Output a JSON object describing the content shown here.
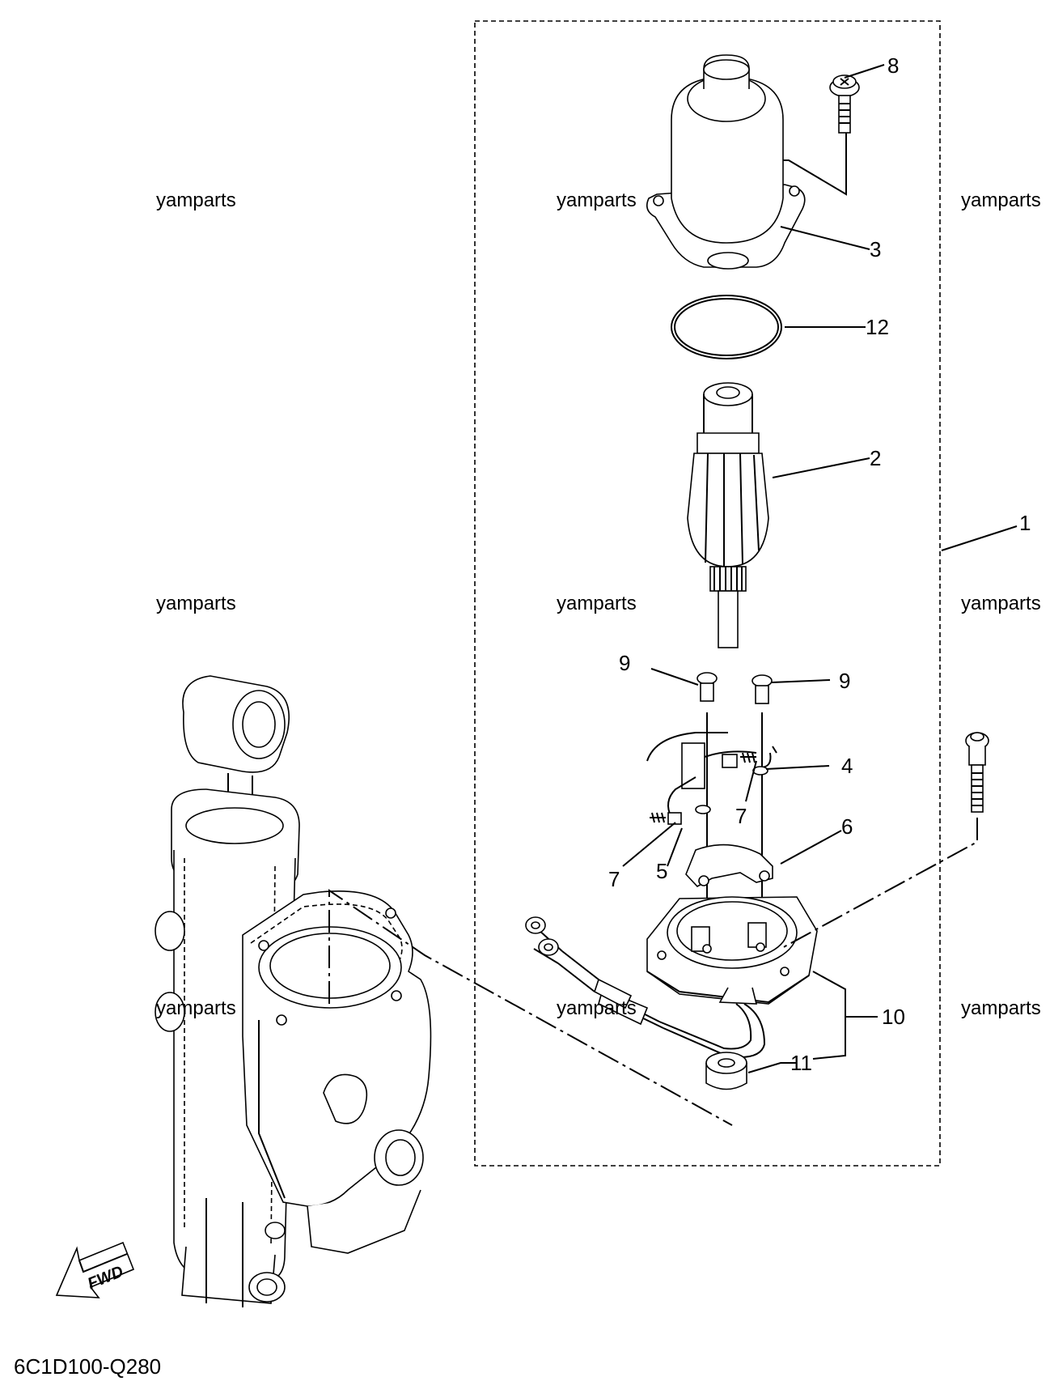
{
  "diagram": {
    "callouts": [
      {
        "id": "1",
        "label": "1"
      },
      {
        "id": "2",
        "label": "2"
      },
      {
        "id": "3",
        "label": "3"
      },
      {
        "id": "4",
        "label": "4"
      },
      {
        "id": "5",
        "label": "5"
      },
      {
        "id": "6",
        "label": "6"
      },
      {
        "id": "7a",
        "label": "7"
      },
      {
        "id": "7b",
        "label": "7"
      },
      {
        "id": "8",
        "label": "8"
      },
      {
        "id": "9a",
        "label": "9"
      },
      {
        "id": "9b",
        "label": "9"
      },
      {
        "id": "10",
        "label": "10"
      },
      {
        "id": "11",
        "label": "11"
      },
      {
        "id": "12",
        "label": "12"
      }
    ],
    "watermark": "yamparts",
    "fwd_label": "FWD",
    "drawing_code": "6C1D100-Q280"
  }
}
